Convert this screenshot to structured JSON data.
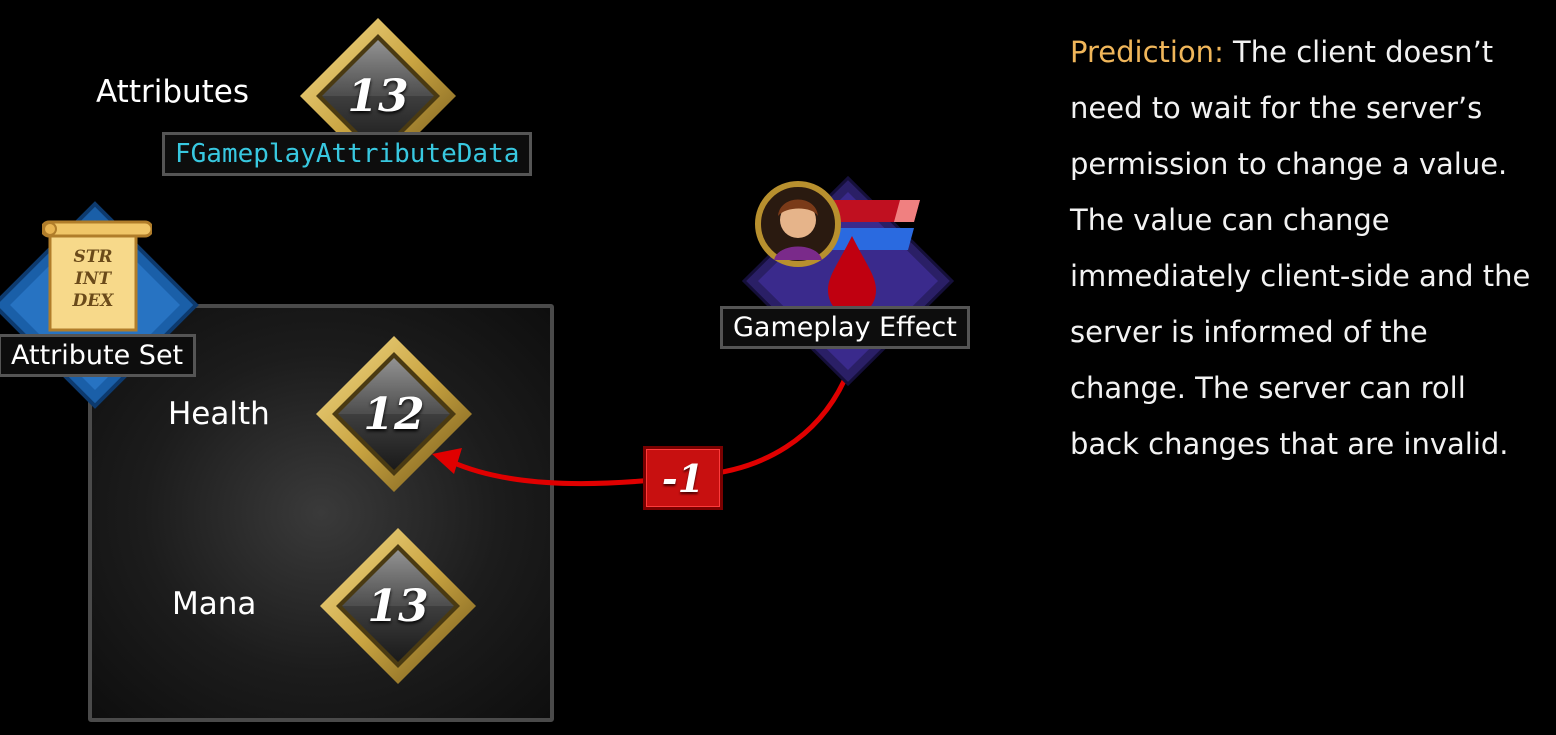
{
  "attributes": {
    "label": "Attributes",
    "value": "13",
    "struct_name": "FGameplayAttributeData"
  },
  "attribute_set": {
    "label": "Attribute Set",
    "scroll_lines": [
      "STR",
      "INT",
      "DEX"
    ]
  },
  "health": {
    "label": "Health",
    "value": "12"
  },
  "mana": {
    "label": "Mana",
    "value": "13"
  },
  "gameplay_effect": {
    "label": "Gameplay Effect",
    "modifier": "-1"
  },
  "description": {
    "highlight": "Prediction:",
    "text": " The client doesn’t need to wait for the server’s permission to change a value. The value can change immediately client-side and the server is informed of the change. The server can roll back changes that are invalid."
  },
  "colors": {
    "highlight": "#f0b65a",
    "code": "#38c8e0",
    "arrow": "#e00000",
    "gold": "#c9a441"
  }
}
